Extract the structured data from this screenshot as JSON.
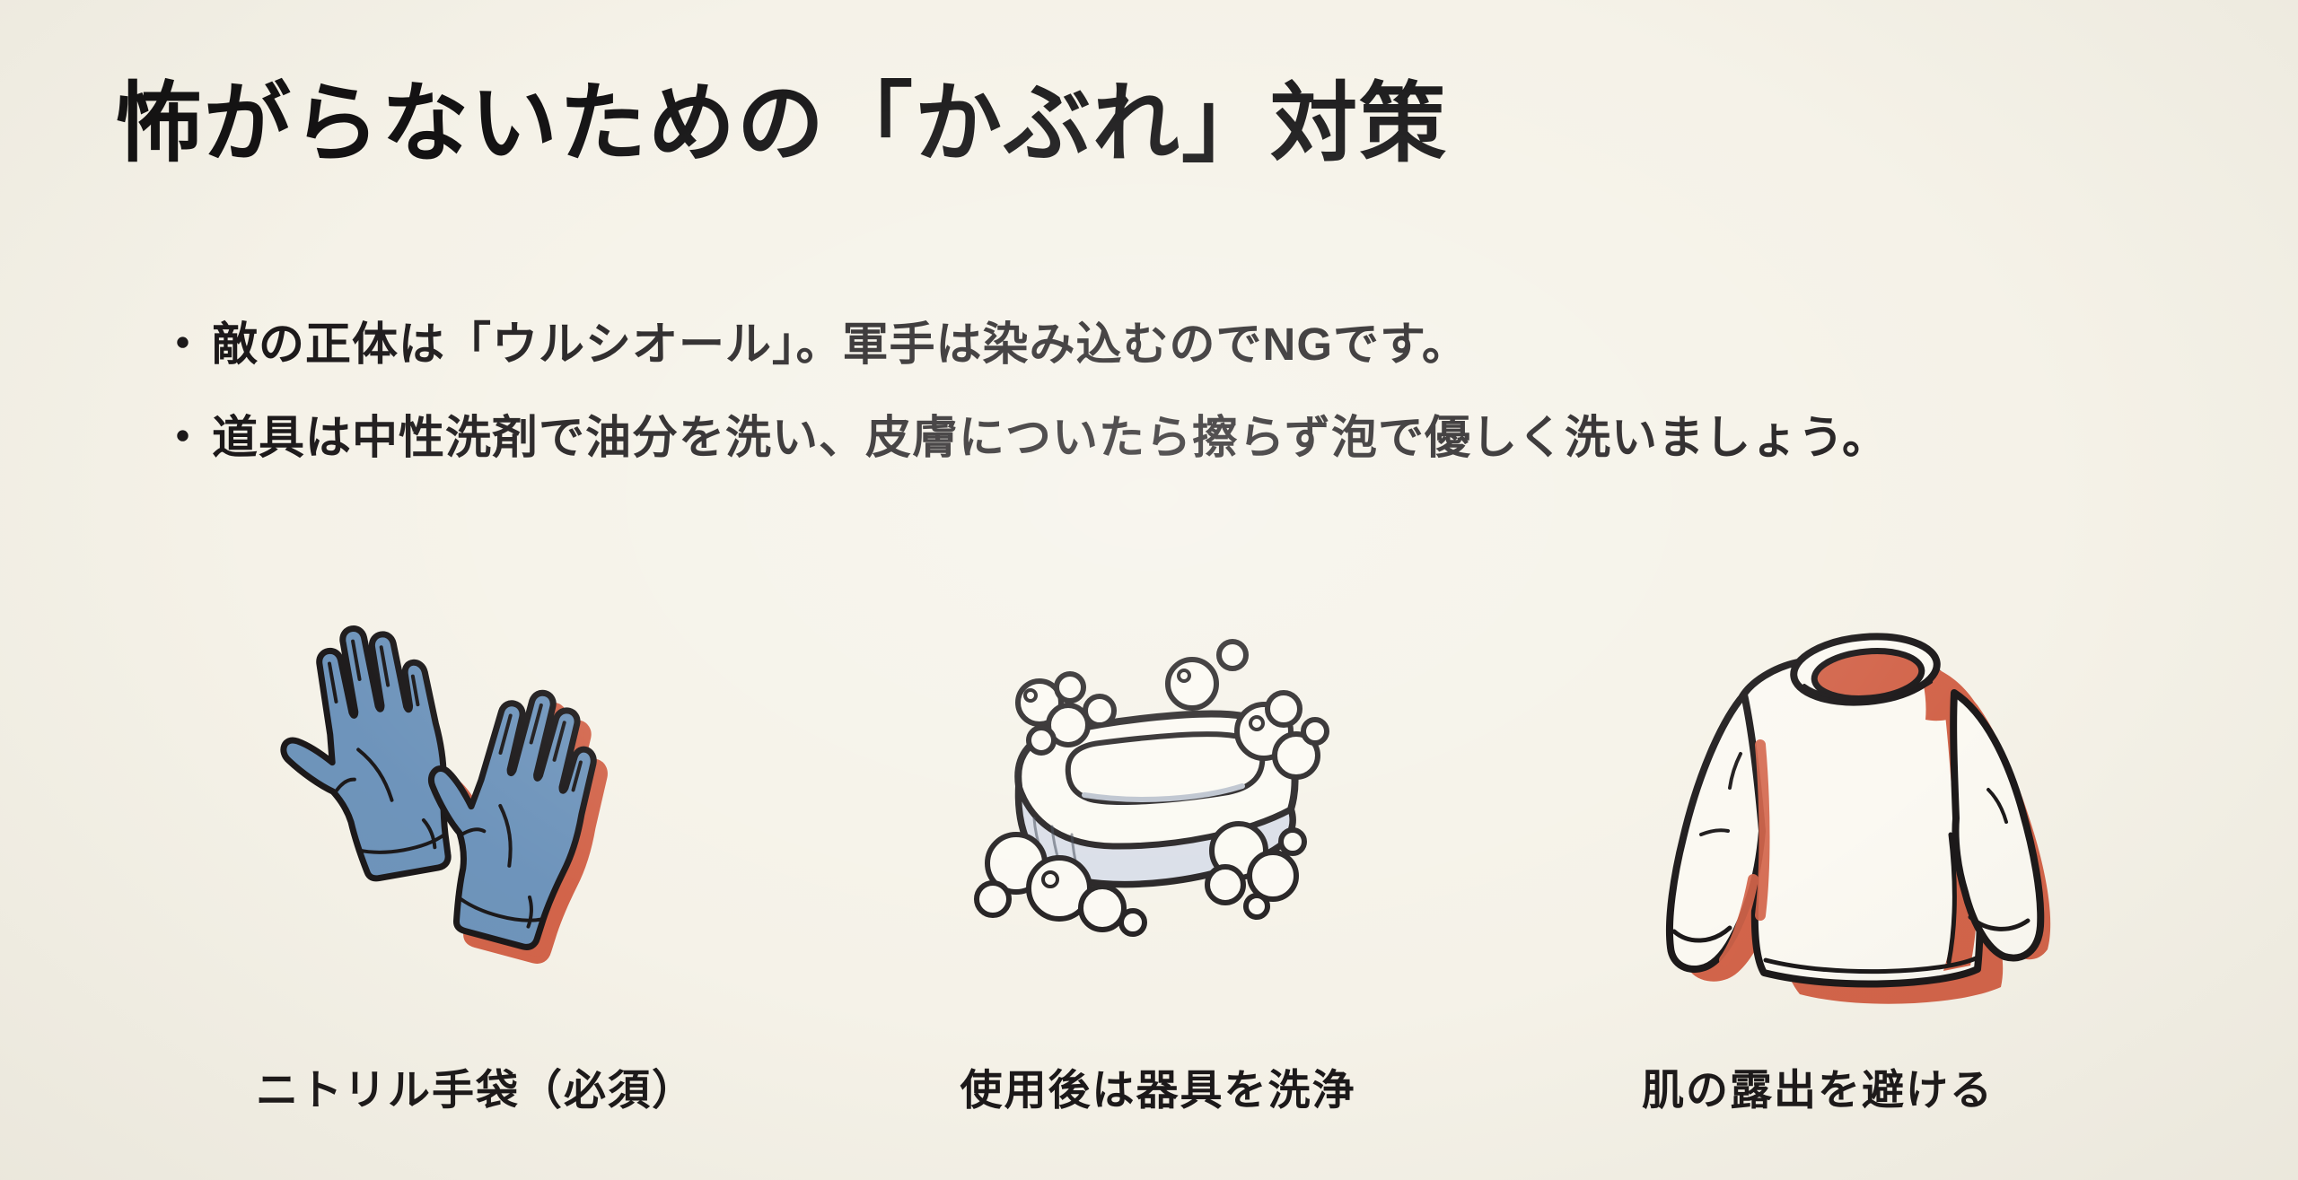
{
  "slide": {
    "title": "怖がらないための「かぶれ」対策",
    "bullet_marker": "・",
    "bullets": [
      "敵の正体は「ウルシオール」。軍手は染み込むのでNGです。",
      "道具は中性洗剤で油分を洗い、皮膚についたら擦らず泡で優しく洗いましょう。"
    ],
    "items": [
      {
        "icon": "nitrile-gloves-illustration",
        "label": "ニトリル手袋（必須）"
      },
      {
        "icon": "soap-bar-illustration",
        "label": "使用後は器具を洗浄"
      },
      {
        "icon": "long-sleeve-shirt-illustration",
        "label": "肌の露出を避ける"
      }
    ],
    "colors": {
      "background": "#f5f2e8",
      "ink": "#1c191a",
      "glove_blue": "#6e94bb",
      "accent_red": "#d2644a",
      "soap_shade": "#d8dde7",
      "paper_white": "#fbf9f2"
    }
  }
}
